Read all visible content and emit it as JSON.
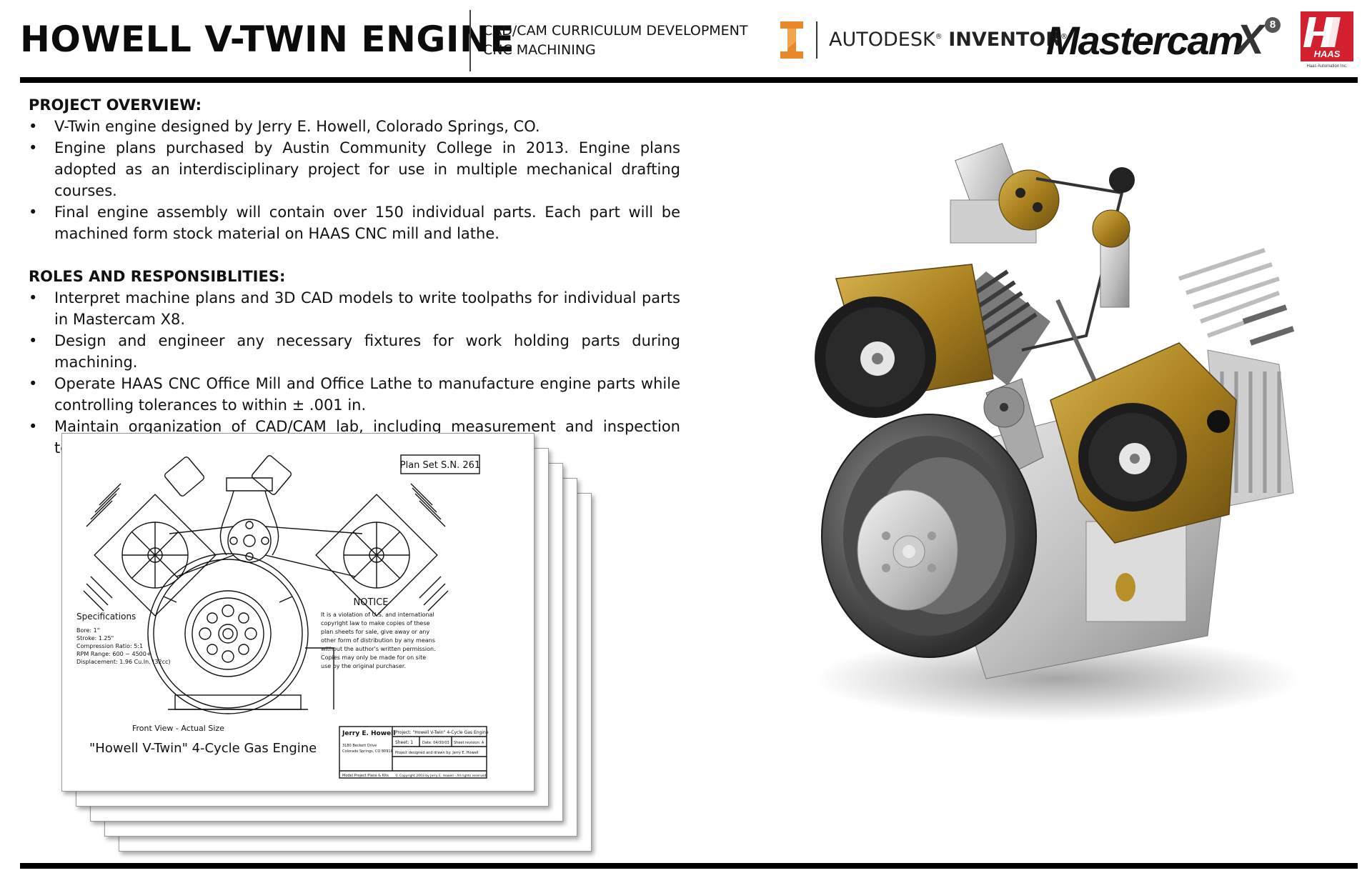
{
  "header": {
    "title": "HOWELL V-TWIN ENGINE",
    "subtitle_line1": "CAD/CAM CURRICULUM DEVELOPMENT",
    "subtitle_line2": "CNC MACHINING",
    "logos": {
      "inventor_icon": "inventor-logo-icon",
      "autodesk_text": "AUTODESK",
      "inventor_text": "INVENTOR",
      "mastercam_text": "Mastercam",
      "mastercam_x": "X",
      "mastercam_version": "8",
      "haas_text": "HAAS",
      "haas_sub": "Haas Automation Inc."
    }
  },
  "overview": {
    "heading": "PROJECT OVERVIEW:",
    "items": [
      "V-Twin engine designed by Jerry E. Howell, Colorado Springs, CO.",
      "Engine plans purchased by Austin Community College in 2013. Engine plans adopted as an interdisciplinary project for use in multiple mechanical drafting courses.",
      "Final engine assembly will contain over 150 individual parts. Each part will be machined form stock material on HAAS CNC mill and lathe."
    ]
  },
  "roles": {
    "heading": "ROLES AND RESPONSIBLITIES:",
    "items": [
      "Interpret machine plans and 3D CAD models to write toolpaths for individual parts in Mastercam X8.",
      "Design and engineer any necessary fixtures for work holding parts during machining.",
      "Operate HAAS CNC Office Mill and Office Lathe to manufacture engine parts while controlling tolerances to within ± .001 in.",
      "Maintain organization of CAD/CAM lab, including measurement and inspection tools, machine tooling, and accessory equipment."
    ]
  },
  "plan_sheet": {
    "plan_set": "Plan Set S.N. 261",
    "specs_heading": "Specifications",
    "specs": [
      "Bore: 1\"",
      "Stroke: 1.25\"",
      "Compression Ratio: 5:1",
      "RPM Range: 600 ~ 4500+",
      "Displacement: 1.96 Cu.In. (32cc)"
    ],
    "notice_heading": "NOTICE",
    "notice_lines": [
      "It is a violation of U.S. and international",
      "copyright law to make copies of these",
      "plan sheets for sale, give away or any",
      "other form of distribution by any means",
      "without the author's written permission.",
      "Copies may only be made for on site",
      "use by the original purchaser."
    ],
    "view_label": "Front View  -  Actual Size",
    "drawing_title": "\"Howell V-Twin\" 4-Cycle Gas Engine",
    "title_block": {
      "author": "Jerry E. Howell",
      "address1": "3180 Beckett Drive",
      "address2": "Colorado Springs, CO 80918",
      "company": "Model Project Plans & Kits",
      "project": "Project: \"Howell V-Twin\" 4-Cycle Gas Engine",
      "sheet": "Sheet: 1",
      "date": "Date: 04/30/03",
      "revision": "Sheet revision: A",
      "drawn_by": "Project designed and drawn by: Jerry E. Howell",
      "copyright": "© Copyright 2003 by Jerry E. Howell - All rights reserved"
    }
  },
  "colors": {
    "accent_brass": "#b8902a",
    "inventor_orange": "#e8872c",
    "haas_red": "#d3202e",
    "rule": "#000000"
  }
}
